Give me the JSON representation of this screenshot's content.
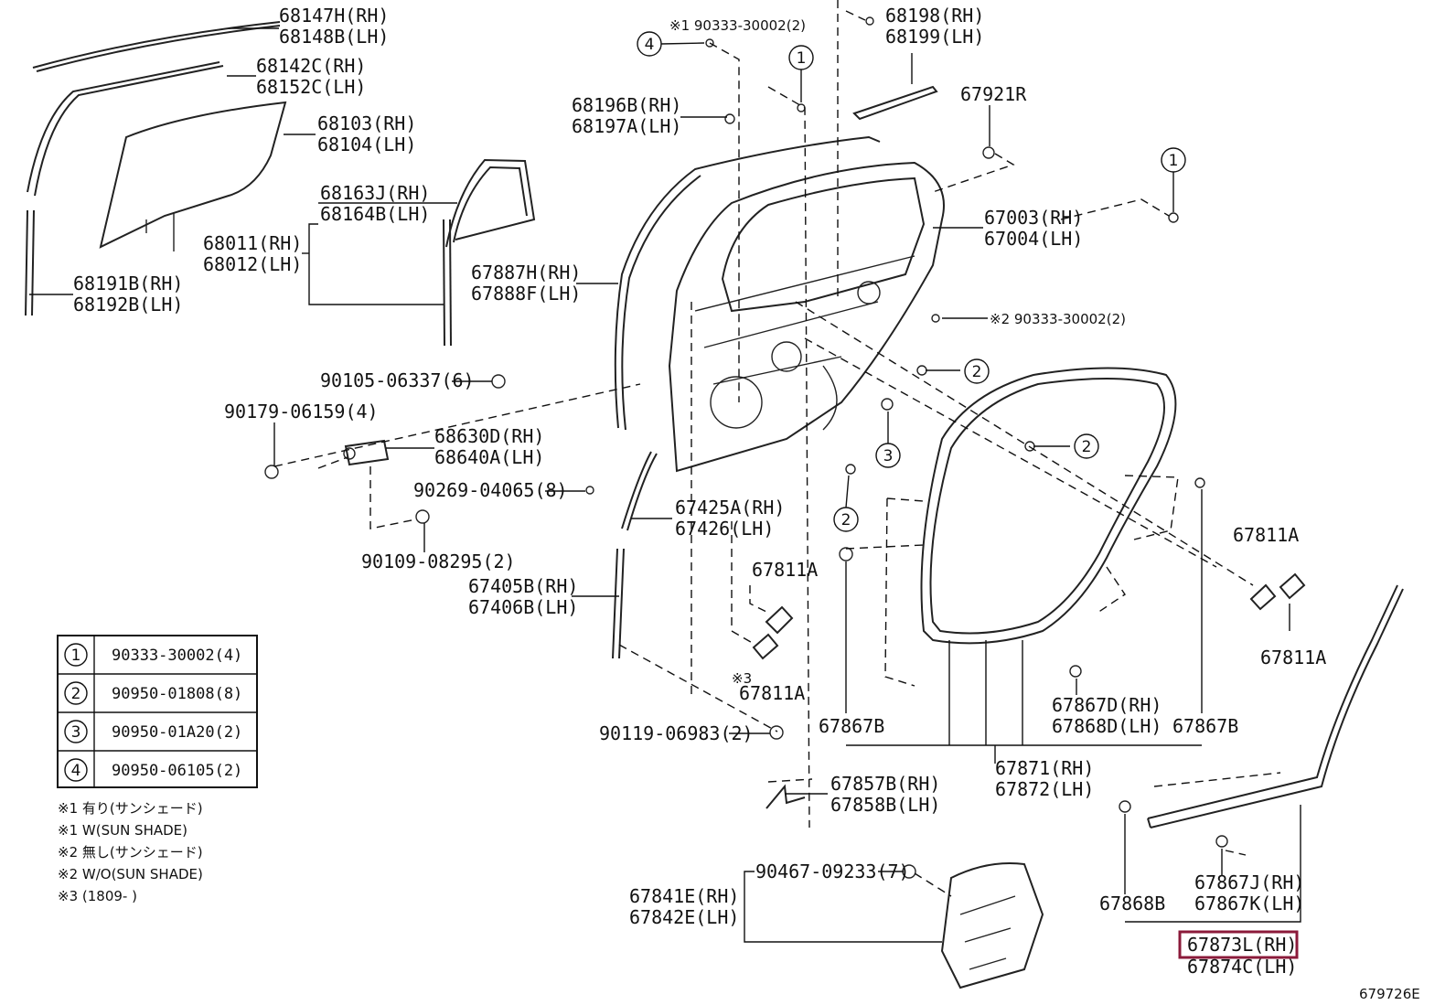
{
  "part_labels": [
    {
      "id": "p1",
      "lines": [
        "68147H(RH)",
        "68148B(LH)"
      ]
    },
    {
      "id": "p2",
      "lines": [
        "68142C(RH)",
        "68152C(LH)"
      ]
    },
    {
      "id": "p3",
      "lines": [
        "68103(RH)",
        "68104(LH)"
      ]
    },
    {
      "id": "p4",
      "lines": [
        "68163J(RH)",
        "68164B(LH)"
      ]
    },
    {
      "id": "p5",
      "lines": [
        "68011(RH)",
        "68012(LH)"
      ]
    },
    {
      "id": "p6",
      "lines": [
        "68191B(RH)",
        "68192B(LH)"
      ]
    },
    {
      "id": "p7",
      "lines": [
        "68196B(RH)",
        "68197A(LH)"
      ]
    },
    {
      "id": "p8",
      "lines": [
        "68198(RH)",
        "68199(LH)"
      ]
    },
    {
      "id": "p9",
      "lines": [
        "67921R"
      ]
    },
    {
      "id": "p10",
      "lines": [
        "67003(RH)",
        "67004(LH)"
      ]
    },
    {
      "id": "p11",
      "lines": [
        "67887H(RH)",
        "67888F(LH)"
      ]
    },
    {
      "id": "p12",
      "lines": [
        "90105-06337(6)"
      ]
    },
    {
      "id": "p13",
      "lines": [
        "90179-06159(4)"
      ]
    },
    {
      "id": "p14",
      "lines": [
        "68630D(RH)",
        "68640A(LH)"
      ]
    },
    {
      "id": "p15",
      "lines": [
        "90269-04065(8)"
      ]
    },
    {
      "id": "p16",
      "lines": [
        "90109-08295(2)"
      ]
    },
    {
      "id": "p17",
      "lines": [
        "67425A(RH)",
        "67426(LH)"
      ]
    },
    {
      "id": "p18",
      "lines": [
        "67405B(RH)",
        "67406B(LH)"
      ]
    },
    {
      "id": "p19",
      "lines": [
        "67811A"
      ]
    },
    {
      "id": "p20",
      "lines": [
        "67811A"
      ]
    },
    {
      "id": "p21",
      "lines": [
        "67811A"
      ]
    },
    {
      "id": "p22",
      "lines": [
        "67811A"
      ]
    },
    {
      "id": "p23",
      "lines": [
        "90119-06983(2)"
      ]
    },
    {
      "id": "p24",
      "lines": [
        "67867B"
      ]
    },
    {
      "id": "p25",
      "lines": [
        "67867D(RH)",
        "67868D(LH)"
      ]
    },
    {
      "id": "p26",
      "lines": [
        "67867B"
      ]
    },
    {
      "id": "p27",
      "lines": [
        "67871(RH)",
        "67872(LH)"
      ]
    },
    {
      "id": "p28",
      "lines": [
        "67857B(RH)",
        "67858B(LH)"
      ]
    },
    {
      "id": "p29",
      "lines": [
        "90467-09233(7)"
      ]
    },
    {
      "id": "p30",
      "lines": [
        "67841E(RH)",
        "67842E(LH)"
      ]
    },
    {
      "id": "p31",
      "lines": [
        "67868B"
      ]
    },
    {
      "id": "p32",
      "lines": [
        "67867J(RH)",
        "67867K(LH)"
      ]
    },
    {
      "id": "p33",
      "lines": [
        "67873L(RH)",
        "67874C(LH)"
      ]
    },
    {
      "id": "p34",
      "lines": [
        "※1 90333-30002(2)"
      ]
    },
    {
      "id": "p35",
      "lines": [
        "※2 90333-30002(2)"
      ]
    }
  ],
  "highlighted_part": "67873L(RH)",
  "callouts": [
    "1",
    "1",
    "2",
    "2",
    "2",
    "3",
    "4"
  ],
  "marker_label": "※3",
  "legend_table": [
    {
      "num": "1",
      "part": "90333-30002(4)"
    },
    {
      "num": "2",
      "part": "90950-01808(8)"
    },
    {
      "num": "3",
      "part": "90950-01A20(2)"
    },
    {
      "num": "4",
      "part": "90950-06105(2)"
    }
  ],
  "notes": [
    "※1 有り(サンシェード)",
    "※1 W(SUN SHADE)",
    "※2 無し(サンシェード)",
    "※2 W/O(SUN SHADE)",
    "※3 (1809-       )"
  ],
  "diagram_id": "679726E"
}
